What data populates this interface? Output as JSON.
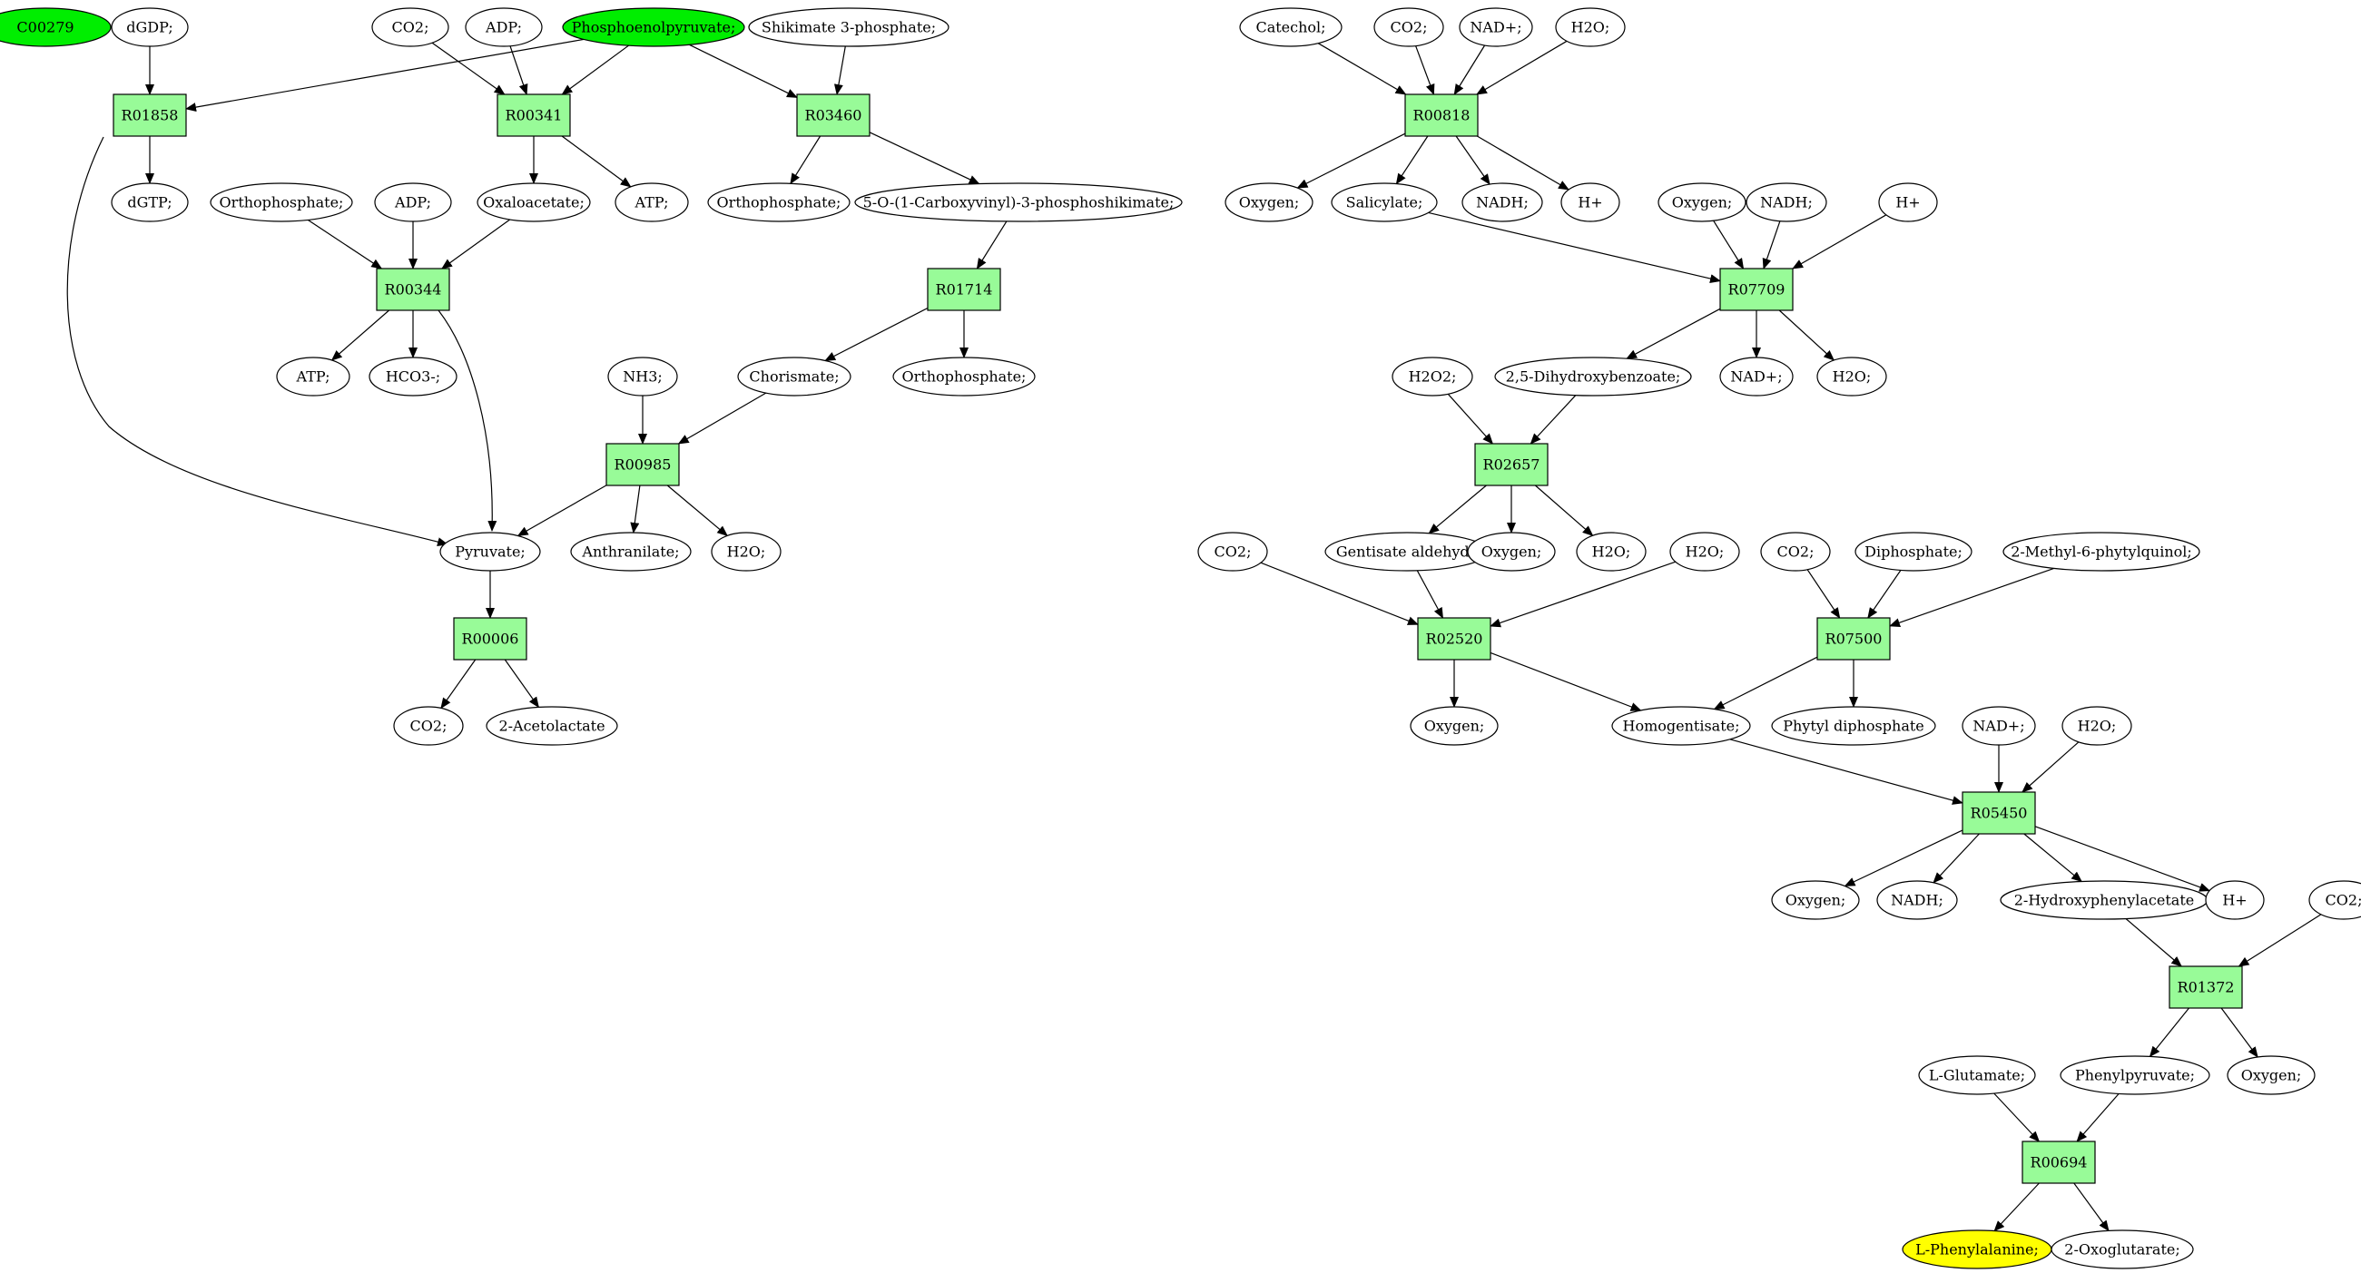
{
  "colors": {
    "reaction_fill": "#98fb98",
    "start_fill": "#00ee00",
    "target_fill": "#ffff00",
    "compound_fill": "#ffffff",
    "stroke": "#000000"
  },
  "nodes": [
    {
      "id": "C00279",
      "label": "C00279",
      "kind": "start"
    },
    {
      "id": "dGDP",
      "label": "dGDP;",
      "kind": "compound"
    },
    {
      "id": "CO2_a",
      "label": "CO2;",
      "kind": "compound"
    },
    {
      "id": "ADP_a",
      "label": "ADP;",
      "kind": "compound"
    },
    {
      "id": "PEP",
      "label": "Phosphoenolpyruvate;",
      "kind": "start"
    },
    {
      "id": "S3P",
      "label": "Shikimate 3-phosphate;",
      "kind": "compound"
    },
    {
      "id": "R01858",
      "label": "R01858",
      "kind": "reaction"
    },
    {
      "id": "R00341",
      "label": "R00341",
      "kind": "reaction"
    },
    {
      "id": "R03460",
      "label": "R03460",
      "kind": "reaction"
    },
    {
      "id": "dGTP",
      "label": "dGTP;",
      "kind": "compound"
    },
    {
      "id": "Pi_a",
      "label": "Orthophosphate;",
      "kind": "compound"
    },
    {
      "id": "ADP_b",
      "label": "ADP;",
      "kind": "compound"
    },
    {
      "id": "OAA",
      "label": "Oxaloacetate;",
      "kind": "compound"
    },
    {
      "id": "ATP_a",
      "label": "ATP;",
      "kind": "compound"
    },
    {
      "id": "Pi_b",
      "label": "Orthophosphate;",
      "kind": "compound"
    },
    {
      "id": "EPSP",
      "label": "5-O-(1-Carboxyvinyl)-3-phosphoshikimate;",
      "kind": "compound"
    },
    {
      "id": "R00344",
      "label": "R00344",
      "kind": "reaction"
    },
    {
      "id": "R01714",
      "label": "R01714",
      "kind": "reaction"
    },
    {
      "id": "ATP_b",
      "label": "ATP;",
      "kind": "compound"
    },
    {
      "id": "HCO3",
      "label": "HCO3-;",
      "kind": "compound"
    },
    {
      "id": "NH3",
      "label": "NH3;",
      "kind": "compound"
    },
    {
      "id": "Chor",
      "label": "Chorismate;",
      "kind": "compound"
    },
    {
      "id": "Pi_c",
      "label": "Orthophosphate;",
      "kind": "compound"
    },
    {
      "id": "R00985",
      "label": "R00985",
      "kind": "reaction"
    },
    {
      "id": "Pyr",
      "label": "Pyruvate;",
      "kind": "compound"
    },
    {
      "id": "Anth",
      "label": "Anthranilate;",
      "kind": "compound"
    },
    {
      "id": "H2O_a",
      "label": "H2O;",
      "kind": "compound"
    },
    {
      "id": "R00006",
      "label": "R00006",
      "kind": "reaction"
    },
    {
      "id": "CO2_b",
      "label": "CO2;",
      "kind": "compound"
    },
    {
      "id": "Acetolac",
      "label": "2-Acetolactate",
      "kind": "compound"
    },
    {
      "id": "Catechol",
      "label": "Catechol;",
      "kind": "compound"
    },
    {
      "id": "CO2_c",
      "label": "CO2;",
      "kind": "compound"
    },
    {
      "id": "NADp_a",
      "label": "NAD+;",
      "kind": "compound"
    },
    {
      "id": "H2O_b",
      "label": "H2O;",
      "kind": "compound"
    },
    {
      "id": "R00818",
      "label": "R00818",
      "kind": "reaction"
    },
    {
      "id": "Oxy_a",
      "label": "Oxygen;",
      "kind": "compound"
    },
    {
      "id": "Salic",
      "label": "Salicylate;",
      "kind": "compound"
    },
    {
      "id": "NADH_a",
      "label": "NADH;",
      "kind": "compound"
    },
    {
      "id": "Hp_a",
      "label": "H+",
      "kind": "compound"
    },
    {
      "id": "Oxy_b",
      "label": "Oxygen;",
      "kind": "compound"
    },
    {
      "id": "NADH_b",
      "label": "NADH;",
      "kind": "compound"
    },
    {
      "id": "Hp_b",
      "label": "H+",
      "kind": "compound"
    },
    {
      "id": "R07709",
      "label": "R07709",
      "kind": "reaction"
    },
    {
      "id": "H2O2",
      "label": "H2O2;",
      "kind": "compound"
    },
    {
      "id": "DHB",
      "label": "2,5-Dihydroxybenzoate;",
      "kind": "compound"
    },
    {
      "id": "NADp_b",
      "label": "NAD+;",
      "kind": "compound"
    },
    {
      "id": "H2O_c",
      "label": "H2O;",
      "kind": "compound"
    },
    {
      "id": "R02657",
      "label": "R02657",
      "kind": "reaction"
    },
    {
      "id": "CO2_d",
      "label": "CO2;",
      "kind": "compound"
    },
    {
      "id": "Gald",
      "label": "Gentisate aldehyde",
      "kind": "compound"
    },
    {
      "id": "Oxy_c",
      "label": "Oxygen;",
      "kind": "compound"
    },
    {
      "id": "H2O_d",
      "label": "H2O;",
      "kind": "compound"
    },
    {
      "id": "H2O_e",
      "label": "H2O;",
      "kind": "compound"
    },
    {
      "id": "CO2_e",
      "label": "CO2;",
      "kind": "compound"
    },
    {
      "id": "PPi",
      "label": "Diphosphate;",
      "kind": "compound"
    },
    {
      "id": "MPQ",
      "label": "2-Methyl-6-phytylquinol;",
      "kind": "compound"
    },
    {
      "id": "R02520",
      "label": "R02520",
      "kind": "reaction"
    },
    {
      "id": "R07500",
      "label": "R07500",
      "kind": "reaction"
    },
    {
      "id": "Oxy_d",
      "label": "Oxygen;",
      "kind": "compound"
    },
    {
      "id": "HGA",
      "label": "Homogentisate;",
      "kind": "compound"
    },
    {
      "id": "PhyPP",
      "label": "Phytyl diphosphate",
      "kind": "compound"
    },
    {
      "id": "NADp_c",
      "label": "NAD+;",
      "kind": "compound"
    },
    {
      "id": "H2O_f",
      "label": "H2O;",
      "kind": "compound"
    },
    {
      "id": "R05450",
      "label": "R05450",
      "kind": "reaction"
    },
    {
      "id": "Oxy_e",
      "label": "Oxygen;",
      "kind": "compound"
    },
    {
      "id": "NADH_c",
      "label": "NADH;",
      "kind": "compound"
    },
    {
      "id": "HPA",
      "label": "2-Hydroxyphenylacetate",
      "kind": "compound"
    },
    {
      "id": "Hp_c",
      "label": "H+",
      "kind": "compound"
    },
    {
      "id": "CO2_f",
      "label": "CO2;",
      "kind": "compound"
    },
    {
      "id": "R01372",
      "label": "R01372",
      "kind": "reaction"
    },
    {
      "id": "Glu",
      "label": "L-Glutamate;",
      "kind": "compound"
    },
    {
      "id": "PPyr",
      "label": "Phenylpyruvate;",
      "kind": "compound"
    },
    {
      "id": "Oxy_f",
      "label": "Oxygen;",
      "kind": "compound"
    },
    {
      "id": "R00694",
      "label": "R00694",
      "kind": "reaction"
    },
    {
      "id": "Phe",
      "label": "L-Phenylalanine;",
      "kind": "target"
    },
    {
      "id": "OG",
      "label": "2-Oxoglutarate;",
      "kind": "compound"
    }
  ],
  "edges": [
    [
      "dGDP",
      "R01858"
    ],
    [
      "PEP",
      "R01858"
    ],
    [
      "R01858",
      "dGTP"
    ],
    [
      "R01858",
      "Pyr"
    ],
    [
      "CO2_a",
      "R00341"
    ],
    [
      "ADP_a",
      "R00341"
    ],
    [
      "PEP",
      "R00341"
    ],
    [
      "R00341",
      "OAA"
    ],
    [
      "R00341",
      "ATP_a"
    ],
    [
      "PEP",
      "R03460"
    ],
    [
      "S3P",
      "R03460"
    ],
    [
      "R03460",
      "Pi_b"
    ],
    [
      "R03460",
      "EPSP"
    ],
    [
      "Pi_a",
      "R00344"
    ],
    [
      "ADP_b",
      "R00344"
    ],
    [
      "OAA",
      "R00344"
    ],
    [
      "R00344",
      "ATP_b"
    ],
    [
      "R00344",
      "HCO3"
    ],
    [
      "R00344",
      "Pyr"
    ],
    [
      "EPSP",
      "R01714"
    ],
    [
      "R01714",
      "Chor"
    ],
    [
      "R01714",
      "Pi_c"
    ],
    [
      "NH3",
      "R00985"
    ],
    [
      "Chor",
      "R00985"
    ],
    [
      "R00985",
      "Pyr"
    ],
    [
      "R00985",
      "Anth"
    ],
    [
      "R00985",
      "H2O_a"
    ],
    [
      "Pyr",
      "R00006"
    ],
    [
      "R00006",
      "CO2_b"
    ],
    [
      "R00006",
      "Acetolac"
    ],
    [
      "Catechol",
      "R00818"
    ],
    [
      "CO2_c",
      "R00818"
    ],
    [
      "NADp_a",
      "R00818"
    ],
    [
      "H2O_b",
      "R00818"
    ],
    [
      "R00818",
      "Oxy_a"
    ],
    [
      "R00818",
      "Salic"
    ],
    [
      "R00818",
      "NADH_a"
    ],
    [
      "R00818",
      "Hp_a"
    ],
    [
      "Salic",
      "R07709"
    ],
    [
      "Oxy_b",
      "R07709"
    ],
    [
      "NADH_b",
      "R07709"
    ],
    [
      "Hp_b",
      "R07709"
    ],
    [
      "R07709",
      "DHB"
    ],
    [
      "R07709",
      "NADp_b"
    ],
    [
      "R07709",
      "H2O_c"
    ],
    [
      "H2O2",
      "R02657"
    ],
    [
      "DHB",
      "R02657"
    ],
    [
      "R02657",
      "Gald"
    ],
    [
      "R02657",
      "Oxy_c"
    ],
    [
      "R02657",
      "H2O_d"
    ],
    [
      "CO2_d",
      "R02520"
    ],
    [
      "Gald",
      "R02520"
    ],
    [
      "H2O_e",
      "R02520"
    ],
    [
      "R02520",
      "Oxy_d"
    ],
    [
      "R02520",
      "HGA"
    ],
    [
      "CO2_e",
      "R07500"
    ],
    [
      "PPi",
      "R07500"
    ],
    [
      "MPQ",
      "R07500"
    ],
    [
      "R07500",
      "HGA"
    ],
    [
      "R07500",
      "PhyPP"
    ],
    [
      "HGA",
      "R05450"
    ],
    [
      "NADp_c",
      "R05450"
    ],
    [
      "H2O_f",
      "R05450"
    ],
    [
      "R05450",
      "Oxy_e"
    ],
    [
      "R05450",
      "NADH_c"
    ],
    [
      "R05450",
      "HPA"
    ],
    [
      "R05450",
      "Hp_c"
    ],
    [
      "HPA",
      "R01372"
    ],
    [
      "CO2_f",
      "R01372"
    ],
    [
      "R01372",
      "PPyr"
    ],
    [
      "R01372",
      "Oxy_f"
    ],
    [
      "Glu",
      "R00694"
    ],
    [
      "PPyr",
      "R00694"
    ],
    [
      "R00694",
      "Phe"
    ],
    [
      "R00694",
      "OG"
    ]
  ]
}
